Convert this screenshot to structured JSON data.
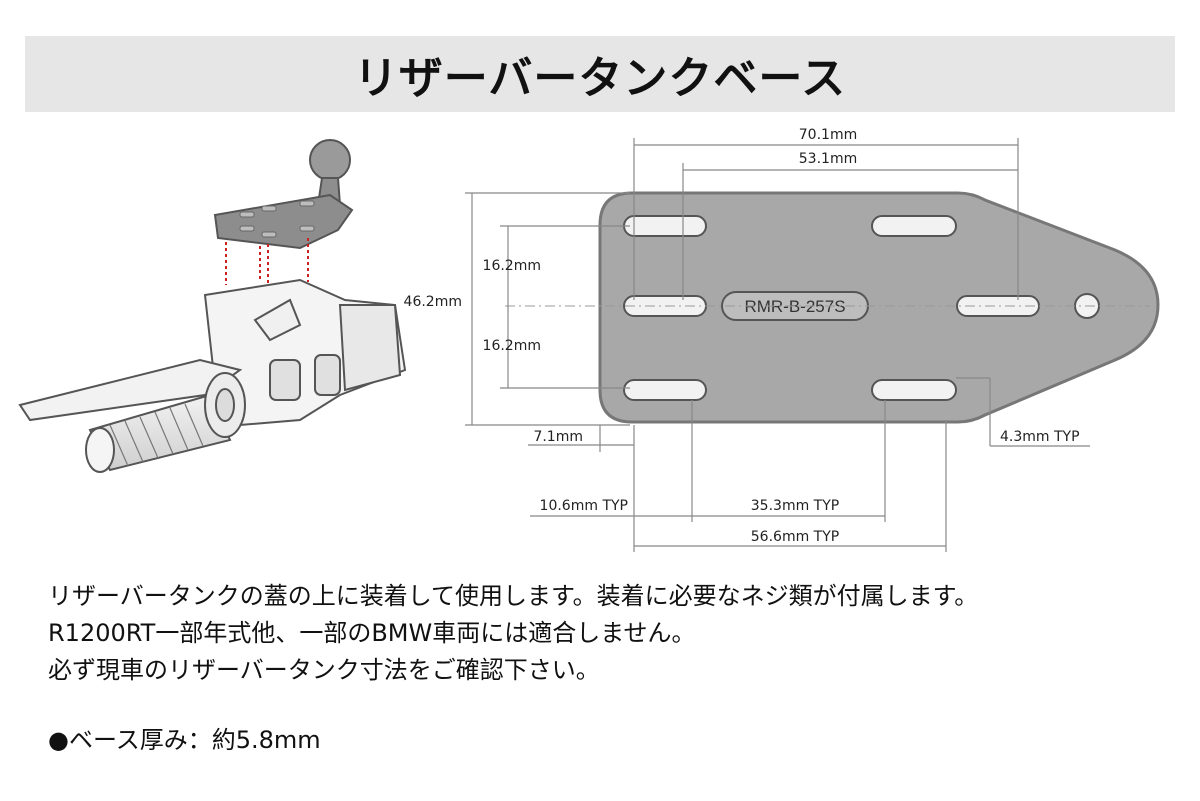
{
  "title": "リザーバータンクベース",
  "drawing": {
    "part_label": "RMR-B-257S",
    "dims": {
      "overall_width": "70.1mm",
      "hole_span": "53.1mm",
      "height_total": "46.2mm",
      "upper_spacing": "16.2mm",
      "lower_spacing": "16.2mm",
      "edge_offset": "7.1mm",
      "slot_edge": "4.3mm TYP",
      "slot_length": "10.6mm TYP",
      "slot_gap": "35.3mm TYP",
      "slot_overall": "56.6mm TYP"
    }
  },
  "description": [
    "リザーバータンクの蓋の上に装着して使用します。装着に必要なネジ類が付属します。",
    "R1200RT一部年式他、一部のBMW車両には適合しません。",
    "必ず現車のリザーバータンク寸法をご確認下さい。"
  ],
  "spec": "●ベース厚み：約5.8mm"
}
